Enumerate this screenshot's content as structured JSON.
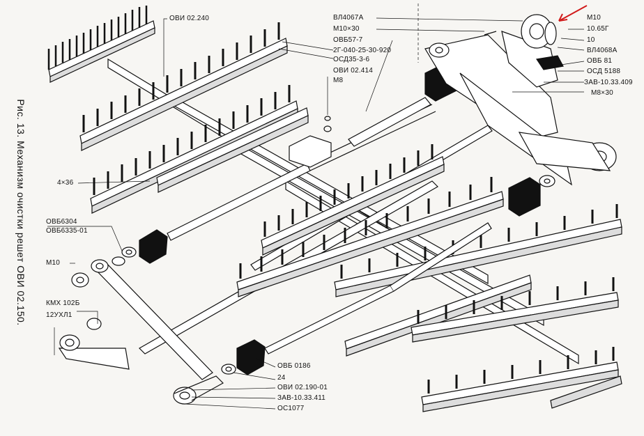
{
  "caption": "Рис. 13. Механизм очистки решет ОВИ 02.150.",
  "colors": {
    "arrow": "#d11a1a",
    "ink": "#111111",
    "paper": "#f7f6f3"
  },
  "labels": {
    "ovi_02_240": "ОВИ 02.240",
    "vl4067a": "ВЛ4067А",
    "m10x30": "М10×30",
    "ovb57_7": "ОВБ57-7",
    "2g040": "2Г-040-25-30-920",
    "osd35": "ОСД35-3-6",
    "ovi_02_414": "ОВИ 02.414",
    "m8": "М8",
    "m10_top": "М10",
    "n1065g": "10.65Г",
    "n10": "10",
    "vl4068a": "ВЛ4068А",
    "ovb81": "ОВБ 81",
    "osd5188": "ОСД 5188",
    "zav10_33_409": "ЗАВ-10.33.409",
    "m8x30": "М8×30",
    "n4x36": "4×36",
    "ovb6304": "ОВБ6304",
    "ovb6335": "ОВБ6335-01",
    "m10_left": "М10",
    "kmx": "КМХ 102Б",
    "12uxl1": "12УХЛ1",
    "ovb0186": "ОВБ 0186",
    "n24": "24",
    "ovi_02_190": "ОВИ 02.190-01",
    "zav10_33_411": "ЗАВ-10.33.411",
    "os1077": "ОС1077"
  }
}
